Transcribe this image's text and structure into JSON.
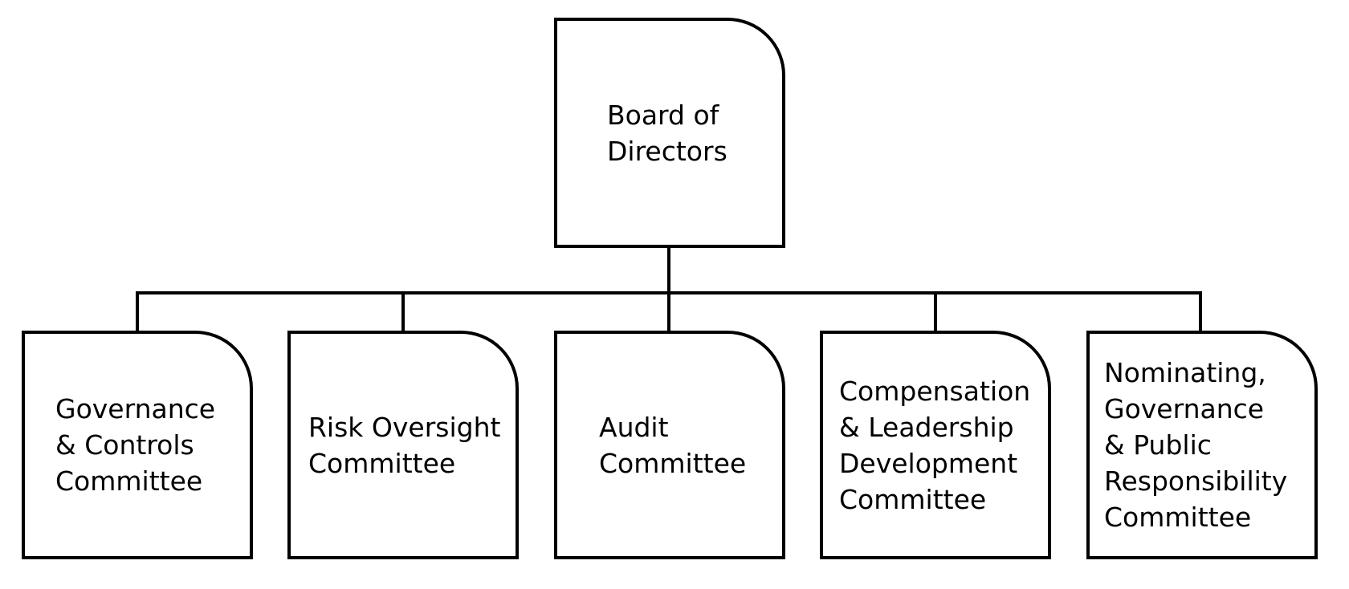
{
  "diagram": {
    "type": "org-chart",
    "line_color": "#000000",
    "root": {
      "label": "Board of\nDirectors"
    },
    "children": [
      {
        "label": "Governance\n& Controls\nCommittee"
      },
      {
        "label": "Risk Oversight\nCommittee"
      },
      {
        "label": "Audit\nCommittee"
      },
      {
        "label": "Compensation\n& Leadership\nDevelopment\nCommittee"
      },
      {
        "label": "Nominating,\nGovernance\n& Public\nResponsibility\nCommittee"
      }
    ]
  }
}
